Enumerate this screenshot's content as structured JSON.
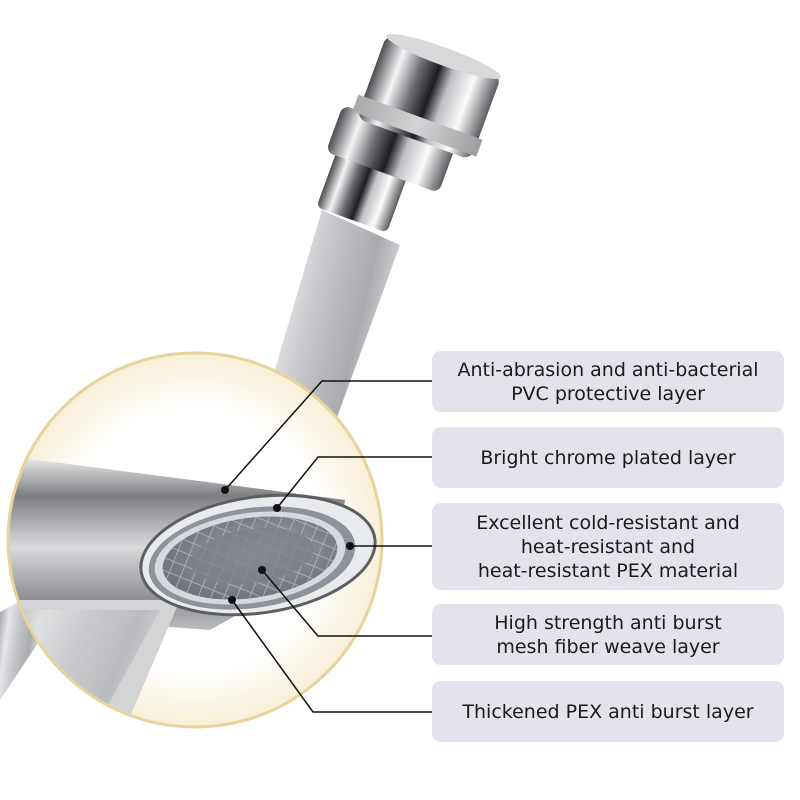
{
  "labels": [
    {
      "lines": [
        "Anti-abrasion and anti-bacterial",
        "PVC protective layer"
      ]
    },
    {
      "lines": [
        "Bright chrome plated layer"
      ]
    },
    {
      "lines": [
        "Excellent cold-resistant and",
        "heat-resistant and",
        "heat-resistant PEX material"
      ]
    },
    {
      "lines": [
        "High strength anti burst",
        "mesh fiber weave layer"
      ]
    },
    {
      "lines": [
        "Thickened PEX anti burst layer"
      ]
    }
  ],
  "colors": {
    "label_background": "#e3e3ec",
    "magnifier_ring": "#e8d49a",
    "leader_line": "#111111",
    "hose_silver": "#c9cacc",
    "chrome": "#6d6f72"
  },
  "icons": [
    "chrome-connector-nut",
    "silver-hose",
    "magnifier-circle",
    "hose-cross-section"
  ]
}
